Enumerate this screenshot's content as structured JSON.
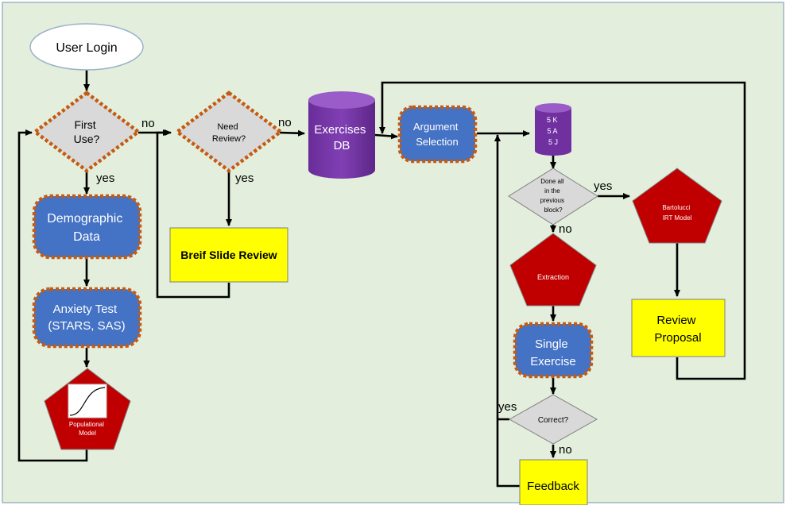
{
  "colors": {
    "background": "#e3efdc",
    "blue_node": "#4472c4",
    "dotted_border": "#c55a11",
    "diamond_fill": "#d9d9d9",
    "yellow_box": "#ffff00",
    "red_pentagon": "#c00000",
    "purple_db": "#7030a0",
    "edge": "#000000"
  },
  "nodes": {
    "user_login": "User Login",
    "first_use": [
      "First",
      "Use?"
    ],
    "need_review": [
      "Need",
      "Review?"
    ],
    "exercises_db": [
      "Exercises",
      "DB"
    ],
    "argument_selection": [
      "Argument",
      "Selection"
    ],
    "skills_db": [
      "5 K",
      "5 A",
      "5 J"
    ],
    "done_all": [
      "Done all",
      "in the",
      "previous",
      "block?"
    ],
    "demographic_data": [
      "Demographic",
      "Data"
    ],
    "brief_slide_review": "Breif Slide Review",
    "anxiety_test": [
      "Anxiety Test",
      "(STARS, SAS)"
    ],
    "populational_model": [
      "Populational",
      "Model"
    ],
    "extraction": "Extraction",
    "bartolucci": [
      "Bartolucci",
      "IRT Model"
    ],
    "single_exercise": [
      "Single",
      "Exercise"
    ],
    "review_proposal": [
      "Review",
      "Proposal"
    ],
    "correct": "Correct?",
    "feedback": "Feedback"
  },
  "edge_labels": {
    "first_use_no": "no",
    "first_use_yes": "yes",
    "need_review_no": "no",
    "need_review_yes": "yes",
    "done_all_yes": "yes",
    "done_all_no": "no",
    "correct_yes": "yes",
    "correct_no": "no"
  }
}
